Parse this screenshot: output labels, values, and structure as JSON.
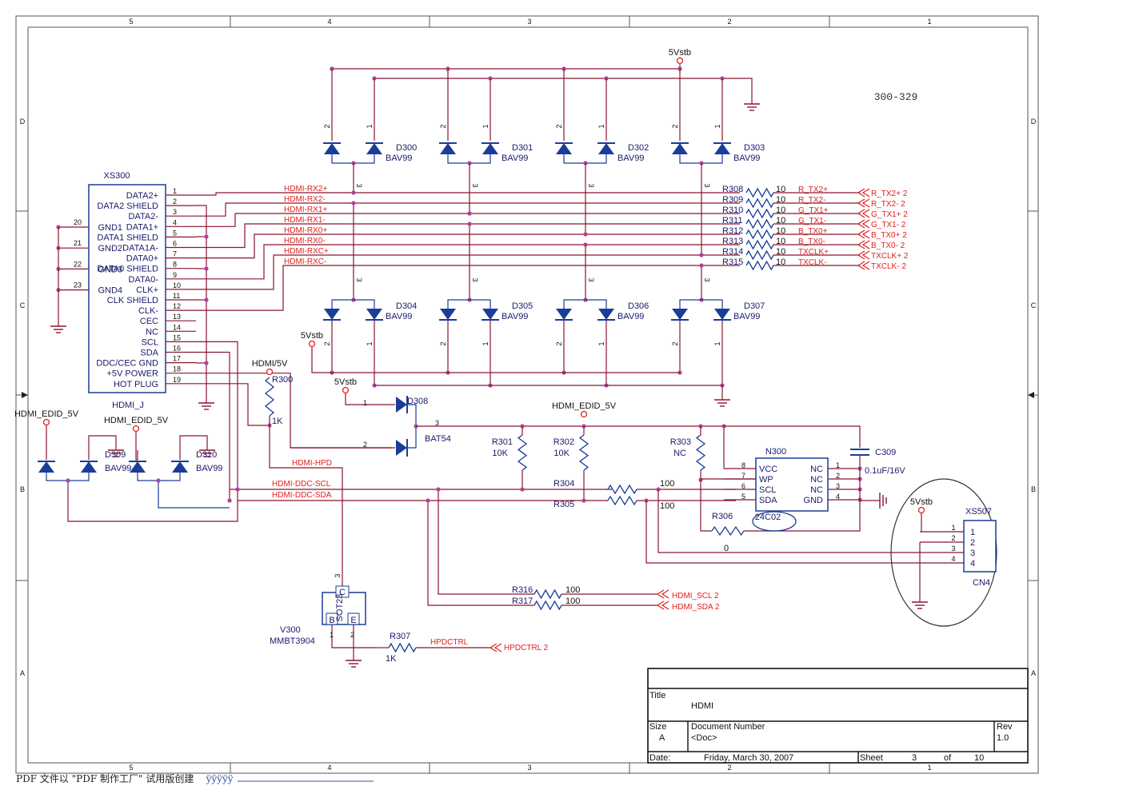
{
  "drawing_number": "300-329",
  "border": {
    "columns": [
      "5",
      "4",
      "3",
      "2",
      "1"
    ],
    "rows": [
      "D",
      "C",
      "B",
      "A"
    ]
  },
  "connector": {
    "ref": "XS300",
    "part": "HDMI_J",
    "pins": [
      {
        "num": "1",
        "name": "DATA2+",
        "net": "HDMI-RX2+"
      },
      {
        "num": "2",
        "name": "DATA2 SHIELD",
        "net": "HDMI-RX2-"
      },
      {
        "num": "3",
        "name": "DATA2-",
        "net": "HDMI-RX1+"
      },
      {
        "num": "4",
        "name": "DATA1+",
        "net": "HDMI-RX1-"
      },
      {
        "num": "5",
        "name": "DATA1 SHIELD",
        "net": "HDMI-RX0+"
      },
      {
        "num": "6",
        "name": "DATA1A-",
        "net": "HDMI-RX0-"
      },
      {
        "num": "7",
        "name": "DATA0+",
        "net": "HDMI-RXC+"
      },
      {
        "num": "8",
        "name": "DATA0 SHIELD",
        "net": "HDMI-RXC-"
      },
      {
        "num": "9",
        "name": "DATA0-",
        "net": ""
      },
      {
        "num": "10",
        "name": "CLK+",
        "net": ""
      },
      {
        "num": "11",
        "name": "CLK SHIELD",
        "net": ""
      },
      {
        "num": "12",
        "name": "CLK-",
        "net": ""
      },
      {
        "num": "13",
        "name": "CEC",
        "net": ""
      },
      {
        "num": "14",
        "name": "NC",
        "net": ""
      },
      {
        "num": "15",
        "name": "SCL",
        "net": ""
      },
      {
        "num": "16",
        "name": "SDA",
        "net": ""
      },
      {
        "num": "17",
        "name": "DDC/CEC GND",
        "net": ""
      },
      {
        "num": "18",
        "name": "+5V POWER",
        "net": ""
      },
      {
        "num": "19",
        "name": "HOT PLUG",
        "net": ""
      }
    ],
    "gnd_pins": [
      {
        "num": "20",
        "name": "GND1"
      },
      {
        "num": "21",
        "name": "GND2"
      },
      {
        "num": "22",
        "name": "GND3"
      },
      {
        "num": "23",
        "name": "GND4"
      }
    ]
  },
  "diodes_top": [
    {
      "ref": "D300",
      "part": "BAV99"
    },
    {
      "ref": "D301",
      "part": "BAV99"
    },
    {
      "ref": "D302",
      "part": "BAV99"
    },
    {
      "ref": "D303",
      "part": "BAV99"
    }
  ],
  "diodes_bottom": [
    {
      "ref": "D304",
      "part": "BAV99"
    },
    {
      "ref": "D305",
      "part": "BAV99"
    },
    {
      "ref": "D306",
      "part": "BAV99"
    },
    {
      "ref": "D307",
      "part": "BAV99"
    }
  ],
  "series_resistors": [
    {
      "ref": "R308",
      "value": "10",
      "net": "R_TX2+",
      "port": "R_TX2+  2"
    },
    {
      "ref": "R309",
      "value": "10",
      "net": "R_TX2-",
      "port": "R_TX2-  2"
    },
    {
      "ref": "R310",
      "value": "10",
      "net": "G_TX1+",
      "port": "G_TX1+  2"
    },
    {
      "ref": "R311",
      "value": "10",
      "net": "G_TX1-",
      "port": "G_TX1-  2"
    },
    {
      "ref": "R312",
      "value": "10",
      "net": "B_TX0+",
      "port": "B_TX0+  2"
    },
    {
      "ref": "R313",
      "value": "10",
      "net": "B_TX0-",
      "port": "B_TX0-  2"
    },
    {
      "ref": "R314",
      "value": "10",
      "net": "TXCLK+",
      "port": "TXCLK+  2"
    },
    {
      "ref": "R315",
      "value": "10",
      "net": "TXCLK-",
      "port": "TXCLK-  2"
    }
  ],
  "power": {
    "vstb": "5Vstb",
    "hdmi5v": "HDMI/5V",
    "edid5v": "HDMI_EDID_5V"
  },
  "edid_diodes": [
    {
      "ref": "D309",
      "part": "BAV99"
    },
    {
      "ref": "D310",
      "part": "BAV99"
    }
  ],
  "d308": {
    "ref": "D308",
    "part": "BAT54"
  },
  "parts": {
    "r300": {
      "ref": "R300",
      "value": "1K"
    },
    "r301": {
      "ref": "R301",
      "value": "10K"
    },
    "r302": {
      "ref": "R302",
      "value": "10K"
    },
    "r303": {
      "ref": "R303",
      "value": "NC"
    },
    "r304": {
      "ref": "R304",
      "value": "100"
    },
    "r305": {
      "ref": "R305",
      "value": "100"
    },
    "r306": {
      "ref": "R306",
      "value": "0"
    },
    "r307": {
      "ref": "R307",
      "value": "1K"
    },
    "r316": {
      "ref": "R316",
      "value": "100"
    },
    "r317": {
      "ref": "R317",
      "value": "100"
    },
    "c309": {
      "ref": "C309",
      "value": "0.1uF/16V"
    },
    "v300": {
      "ref": "V300",
      "part": "MMBT3904",
      "pkg": "SOT23",
      "pin_b": "B",
      "pin_c": "C",
      "pin_e": "E"
    }
  },
  "nets": {
    "hpd": "HDMI-HPD",
    "ddc_scl": "HDMI-DDC-SCL",
    "ddc_sda": "HDMI-DDC-SDA",
    "hpdctrl": "HPDCTRL",
    "hpdctrl_port": "HPDCTRL  2",
    "scl_port": "HDMI_SCL  2",
    "sda_port": "HDMI_SDA  2"
  },
  "eeprom": {
    "ref": "N300",
    "part": "24C02",
    "left_pins": [
      {
        "num": "8",
        "name": "VCC"
      },
      {
        "num": "7",
        "name": "WP"
      },
      {
        "num": "6",
        "name": "SCL"
      },
      {
        "num": "5",
        "name": "SDA"
      }
    ],
    "right_pins": [
      {
        "num": "1",
        "name": "NC"
      },
      {
        "num": "2",
        "name": "NC"
      },
      {
        "num": "3",
        "name": "NC"
      },
      {
        "num": "4",
        "name": "GND"
      }
    ]
  },
  "header": {
    "ref": "XS507",
    "part": "CN4",
    "pins": [
      "1",
      "2",
      "3",
      "4"
    ]
  },
  "title_block": {
    "title_label": "Title",
    "title": "HDMI",
    "size_label": "Size",
    "size": "A",
    "docnum_label": "Document Number",
    "docnum": "<Doc>",
    "rev_label": "Rev",
    "rev": "1.0",
    "date_label": "Date:",
    "date": "Friday, March 30, 2007",
    "sheet_label": "Sheet",
    "sheet": "3",
    "of_label": "of",
    "total": "10"
  },
  "footer_note": {
    "text": "PDF 文件以 \"PDF 制作工厂\" 试用版创建",
    "link": "ÿÿÿÿÿ"
  }
}
